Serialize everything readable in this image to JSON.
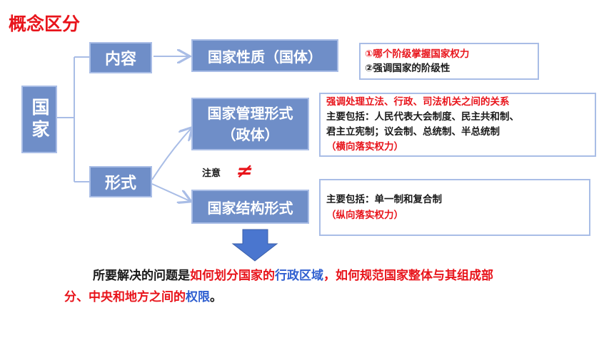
{
  "title": "概念区分",
  "root": "国家",
  "branch_content": "内容",
  "branch_form": "形式",
  "node_nature": "国家性质（国体）",
  "node_gov_form_line1": "国家管理形式",
  "node_gov_form_line2": "（政体）",
  "node_struct_form": "国家结构形式",
  "attention_label": "注意",
  "not_equal_symbol": "≠",
  "note_nature": {
    "line1": "①哪个阶级掌握国家权力",
    "line2": "②强调国家的阶级性"
  },
  "note_gov": {
    "line1": "强调处理立法、行政、司法机关之间的关系",
    "line2": "主要包括：人民代表大会制度、民主共和制、",
    "line3": "君主立宪制；议会制、总统制、半总统制",
    "line4": "（横向落实权力）"
  },
  "note_struct": {
    "line1": "主要包括：单一制和复合制",
    "line2": "（纵向落实权力）"
  },
  "bottom_text": {
    "part1": "所要解决的问题是",
    "part2": "如何划分国家的",
    "part3": "行政区域",
    "part4": "，如何规范国家整体与其组成部分、中央和地方之间的",
    "part5": "权限",
    "part6": "。"
  }
}
